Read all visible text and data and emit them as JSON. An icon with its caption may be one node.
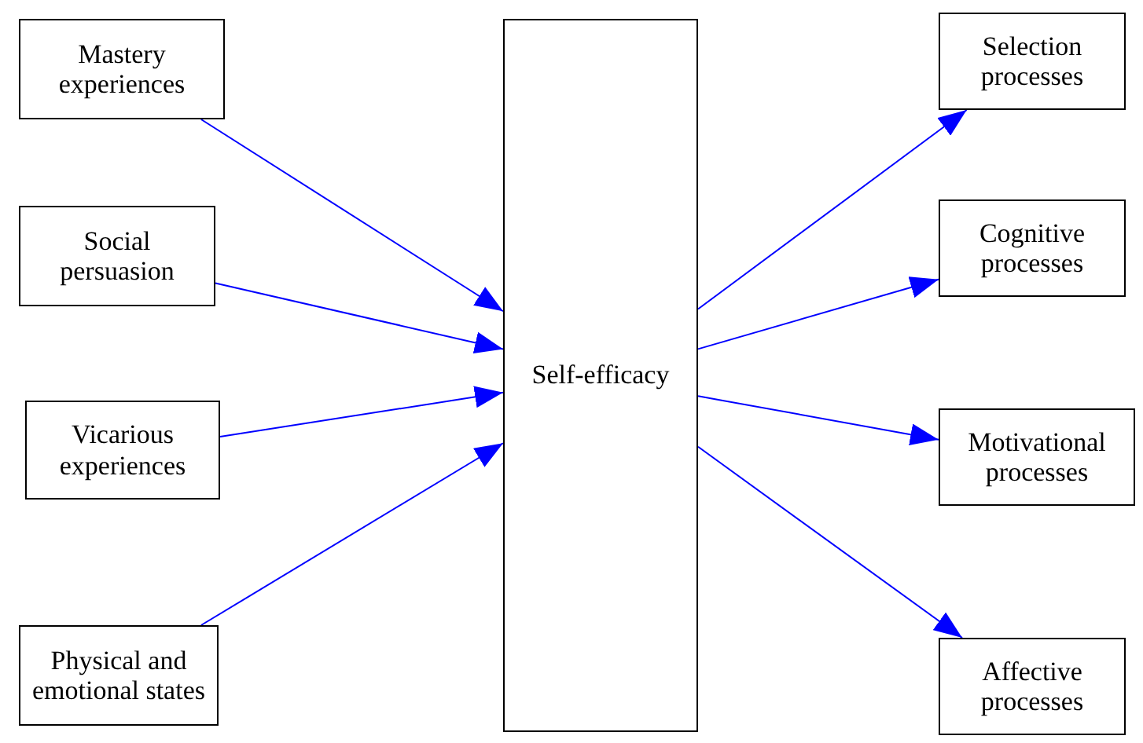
{
  "diagram": {
    "nodes": [
      {
        "text": [
          "Mastery experiences"
        ]
      },
      {
        "text": [
          "Social persuasion"
        ]
      },
      {
        "text": [
          "Vicarious experiences"
        ]
      },
      {
        "text": [
          "Physical and emotional states"
        ]
      },
      {
        "text": [
          "Self-efficacy"
        ]
      },
      {
        "text": [
          "Selection processes"
        ]
      },
      {
        "text": [
          "Cognitive processes"
        ]
      },
      {
        "text": [
          "Motivational processes"
        ]
      },
      {
        "text": [
          "Affective processes"
        ]
      }
    ],
    "edges": [
      {
        "from": 0,
        "to": 4,
        "arrow": "to"
      },
      {
        "from": 1,
        "to": 4,
        "arrow": "to"
      },
      {
        "from": 2,
        "to": 4,
        "arrow": "to"
      },
      {
        "from": 3,
        "to": 4,
        "arrow": "to"
      },
      {
        "from": 4,
        "to": 5,
        "arrow": "to"
      },
      {
        "from": 4,
        "to": 6,
        "arrow": "to"
      },
      {
        "from": 4,
        "to": 7,
        "arrow": "to"
      },
      {
        "from": 4,
        "to": 8,
        "arrow": "to"
      }
    ]
  }
}
